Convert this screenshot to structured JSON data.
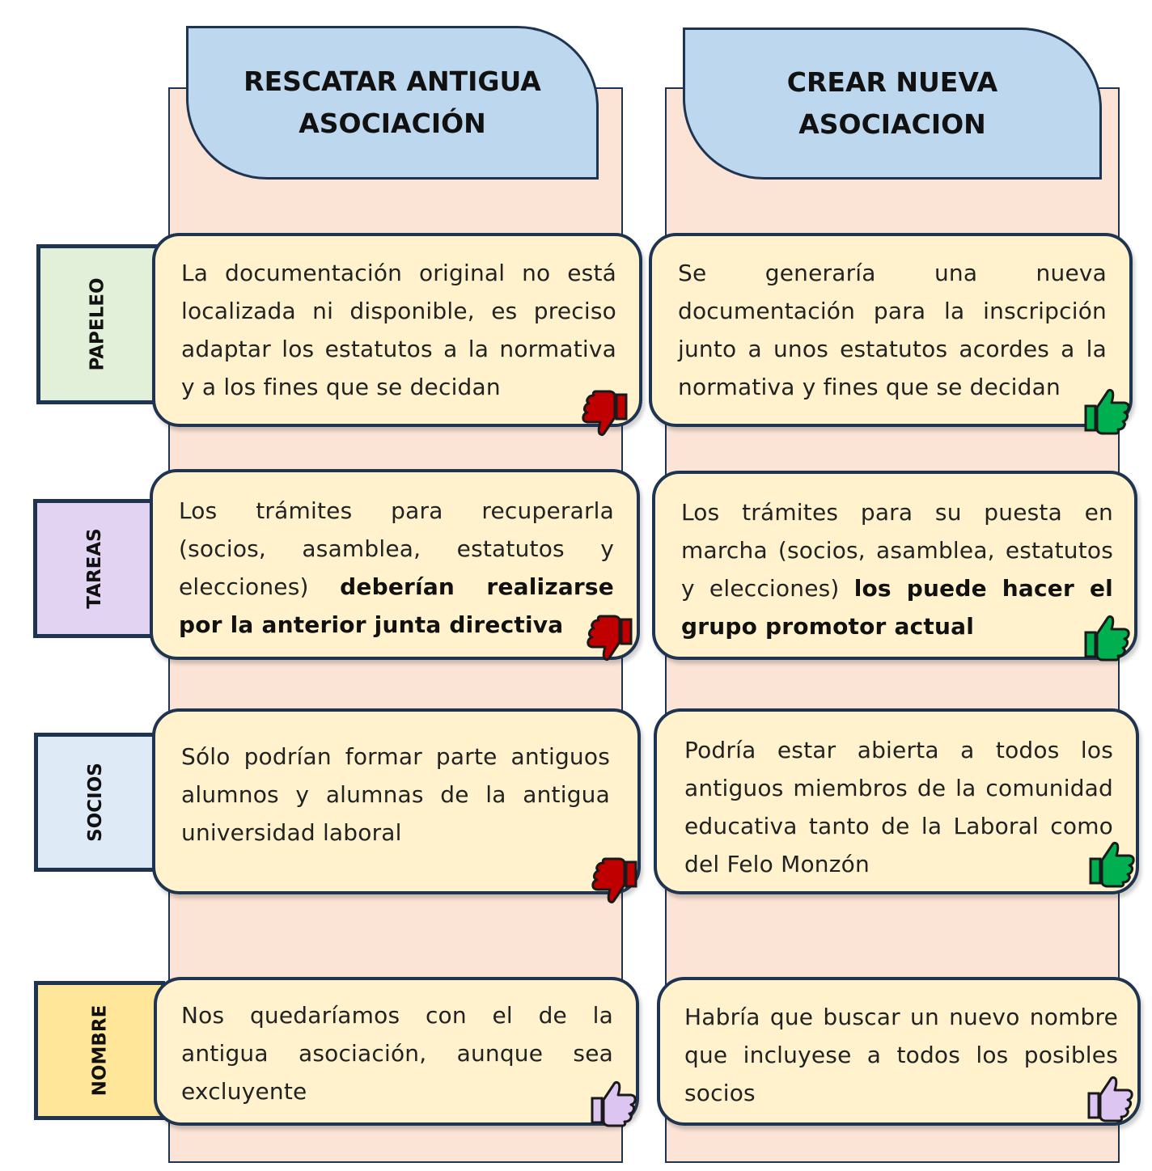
{
  "colors": {
    "column_bg": "#fbe3d6",
    "header_bg": "#bdd7ee",
    "card_bg": "#fff2cc",
    "border": "#1f3450",
    "thumb_down": "#c00000",
    "thumb_up": "#00b050",
    "thumb_neutral": "#dcc5f0"
  },
  "columns": [
    {
      "title_line1": "RESCATAR ANTIGUA",
      "title_line2": "ASOCIACIÓN"
    },
    {
      "title_line1": "CREAR NUEVA",
      "title_line2": "ASOCIACION"
    }
  ],
  "rows": [
    {
      "label": "PAPELEO",
      "color": "#e2f0d9"
    },
    {
      "label": "TAREAS",
      "color": "#e3d3f3"
    },
    {
      "label": "SOCIOS",
      "color": "#deebf7"
    },
    {
      "label": "NOMBRE",
      "color": "#ffe699"
    }
  ],
  "cards": {
    "papeleo_rescatar": {
      "text": "La documentación original no está localizada ni disponible, es preciso adaptar los estatutos a la normativa y a los fines que se decidan",
      "icon": "thumbs-down-icon"
    },
    "papeleo_crear": {
      "text": "Se generaría una nueva documentación para la inscripción junto a unos estatutos acordes a la normativa y  fines que se decidan",
      "icon": "thumbs-up-icon"
    },
    "tareas_rescatar": {
      "text": "Los trámites para recuperarla (socios, asamblea, estatutos y elecciones)",
      "bold": "deberían realizarse por la anterior junta directiva",
      "icon": "thumbs-down-icon"
    },
    "tareas_crear": {
      "text": "Los trámites para su puesta en marcha (socios, asamblea, estatutos y elecciones)",
      "bold": "los puede hacer el grupo promotor actual",
      "icon": "thumbs-up-icon"
    },
    "socios_rescatar": {
      "text": "Sólo podrían formar parte antiguos alumnos y alumnas de la antigua universidad laboral",
      "icon": "thumbs-down-icon"
    },
    "socios_crear": {
      "text": "Podría estar abierta a todos los antiguos miembros de la comunidad educativa tanto de la Laboral como del Felo Monzón",
      "icon": "thumbs-up-icon"
    },
    "nombre_rescatar": {
      "text": "Nos quedaríamos con el de la antigua asociación, aunque sea excluyente",
      "icon": "thumbs-up-neutral-icon"
    },
    "nombre_crear": {
      "text": "Habría que buscar un nuevo nombre que incluyese a todos los posibles socios",
      "icon": "thumbs-up-neutral-icon"
    }
  }
}
